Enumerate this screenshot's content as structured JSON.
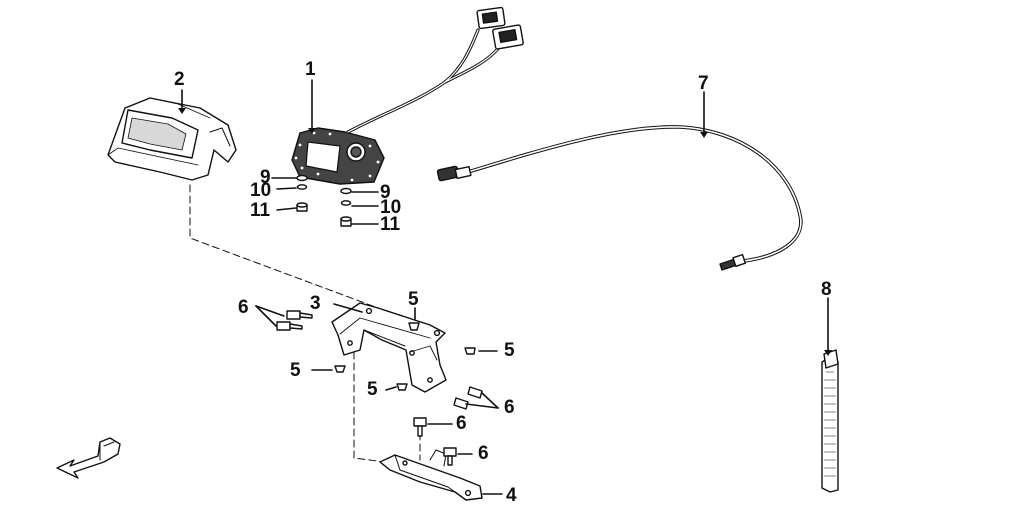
{
  "diagram": {
    "callouts": [
      {
        "id": "c1",
        "text": "1"
      },
      {
        "id": "c2",
        "text": "2"
      },
      {
        "id": "c3",
        "text": "3"
      },
      {
        "id": "c4",
        "text": "4"
      },
      {
        "id": "c5a",
        "text": "5"
      },
      {
        "id": "c5b",
        "text": "5"
      },
      {
        "id": "c5c",
        "text": "5"
      },
      {
        "id": "c5d",
        "text": "5"
      },
      {
        "id": "c6a",
        "text": "6"
      },
      {
        "id": "c6b",
        "text": "6"
      },
      {
        "id": "c6c",
        "text": "6"
      },
      {
        "id": "c6d",
        "text": "6"
      },
      {
        "id": "c7",
        "text": "7"
      },
      {
        "id": "c8",
        "text": "8"
      },
      {
        "id": "c9a",
        "text": "9"
      },
      {
        "id": "c9b",
        "text": "9"
      },
      {
        "id": "c10a",
        "text": "10"
      },
      {
        "id": "c10b",
        "text": "10"
      },
      {
        "id": "c11a",
        "text": "11"
      },
      {
        "id": "c11b",
        "text": "11"
      }
    ],
    "colors": {
      "ink": "#111111",
      "fill": "#ffffff",
      "shade": "#9a9a9a",
      "dark": "#3a3a3a"
    }
  }
}
